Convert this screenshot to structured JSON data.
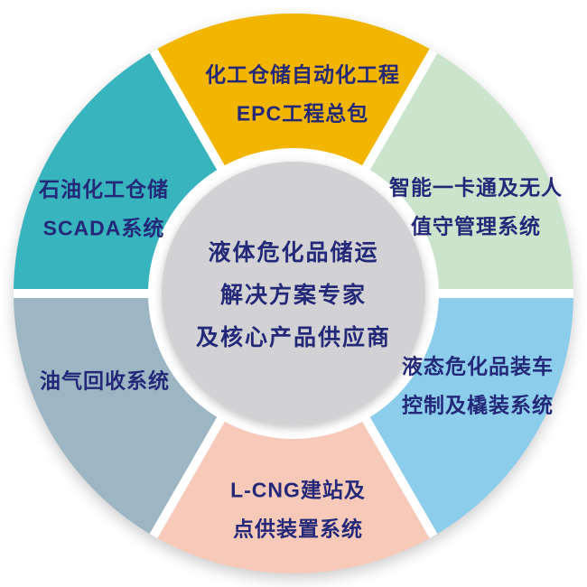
{
  "diagram": {
    "type": "circular-segment-diagram",
    "segment_count": 6,
    "divider_color": "#ffffff",
    "background_color": "#ffffff"
  },
  "center": {
    "lines": [
      "液体危化品储运",
      "解决方案专家",
      "及核心产品供应商"
    ],
    "bg_color": "#d2d2d4",
    "ring_color": "#ffffff",
    "text_color": "#232878"
  },
  "segments": [
    {
      "id": "epc",
      "position": "top",
      "color": "#f2b600",
      "lines": [
        "化工仓储自动化工程",
        "EPC工程总包"
      ]
    },
    {
      "id": "smart-access",
      "position": "upper-right",
      "color": "#cae5cc",
      "lines": [
        "智能一卡通及无人",
        "值守管理系统"
      ]
    },
    {
      "id": "loading-control",
      "position": "lower-right",
      "color": "#8bcdea",
      "lines": [
        "液态危化品装车",
        "控制及橇装系统"
      ]
    },
    {
      "id": "lcng",
      "position": "bottom",
      "color": "#f6c9b9",
      "lines": [
        "L-CNG建站及",
        "点供装置系统"
      ]
    },
    {
      "id": "vapor-recovery",
      "position": "lower-left",
      "color": "#9db6c4",
      "lines": [
        "油气回收系统"
      ]
    },
    {
      "id": "scada",
      "position": "upper-left",
      "color": "#38b4be",
      "lines": [
        "石油化工仓储",
        "SCADA系统"
      ]
    }
  ]
}
